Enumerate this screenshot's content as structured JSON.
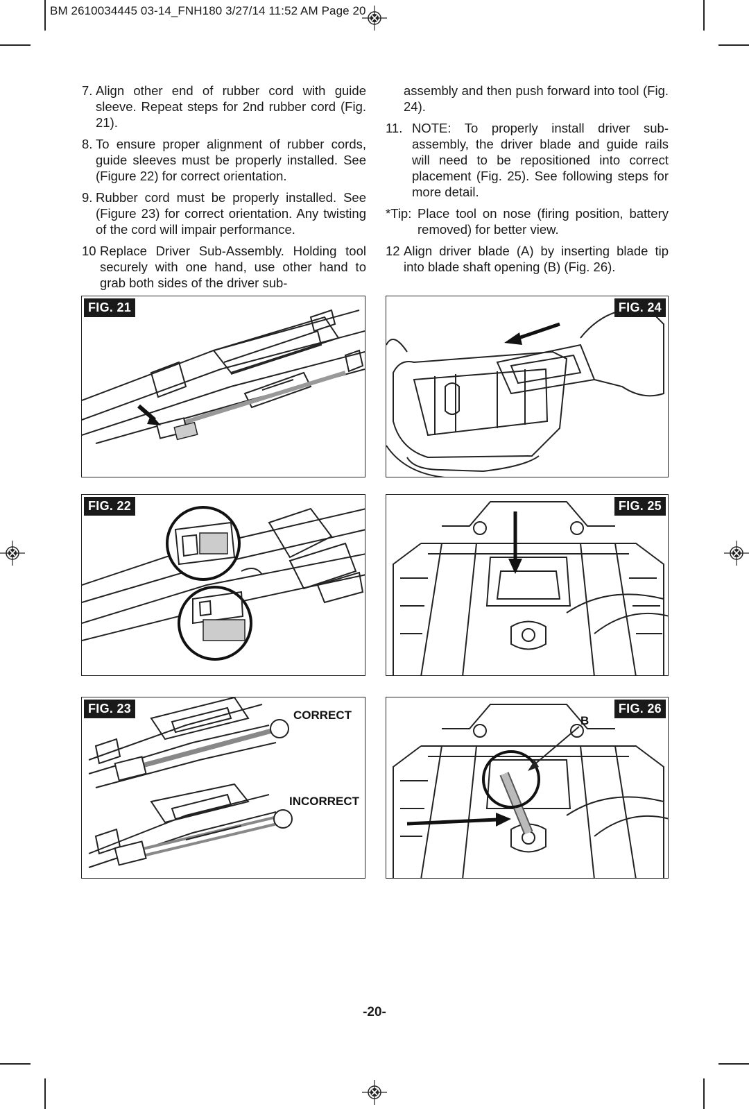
{
  "header": {
    "slug": "BM 2610034445 03-14_FNH180  3/27/14  11:52 AM  Page 20"
  },
  "left_column": [
    {
      "num": "7.",
      "text": "Align other end of rubber cord with guide sleeve.  Repeat steps for 2nd rubber cord (Fig. 21)."
    },
    {
      "num": "8.",
      "text": "To ensure proper alignment of rubber cords, guide sleeves must be properly installed. See (Figure 22) for correct orientation."
    },
    {
      "num": "9.",
      "text": "Rubber cord must be properly installed. See (Figure 23) for correct orientation.  Any twisting of the cord will impair performance."
    },
    {
      "num": "10",
      "text": "Replace Driver Sub-Assembly.  Holding tool securely with one hand, use other hand to grab both sides of the driver sub-"
    }
  ],
  "right_column": {
    "continuation": "assembly and then push forward into tool (Fig. 24).",
    "items": [
      {
        "num": "11.",
        "text": "NOTE:  To properly install driver sub-assembly, the driver blade and guide rails will need to be repositioned into correct placement (Fig. 25).  See following steps for more detail."
      },
      {
        "num": "*Tip:",
        "text": "Place tool on nose (firing position, battery removed) for better view."
      },
      {
        "num": "12",
        "text": "Align driver blade (A) by inserting blade tip into blade shaft opening (B) (Fig. 26)."
      }
    ]
  },
  "figures": {
    "fig21": {
      "label": "FIG. 21"
    },
    "fig22": {
      "label": "FIG. 22"
    },
    "fig23": {
      "label": "FIG. 23",
      "correct": "CORRECT",
      "incorrect": "INCORRECT"
    },
    "fig24": {
      "label": "FIG. 24"
    },
    "fig25": {
      "label": "FIG. 25"
    },
    "fig26": {
      "label": "FIG. 26",
      "callout": "B"
    }
  },
  "footer": {
    "page_number": "-20-"
  }
}
